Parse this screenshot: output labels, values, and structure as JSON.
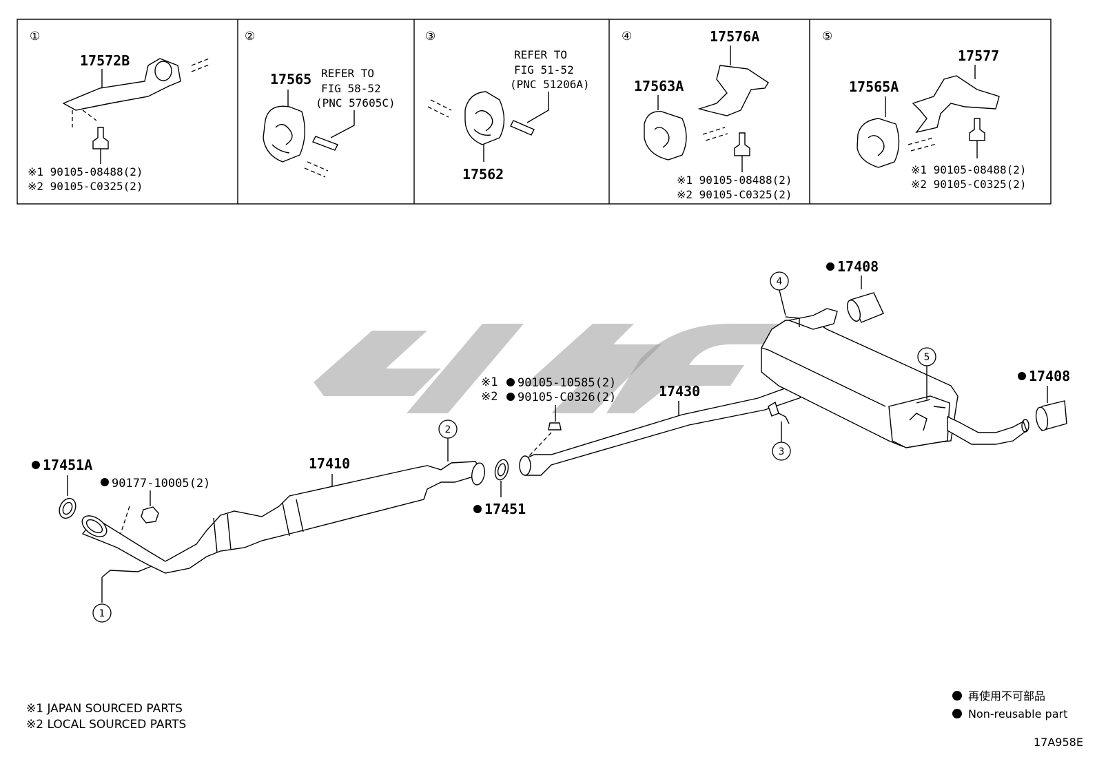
{
  "detail_panels": [
    {
      "number": "①",
      "parts": [
        "17572B"
      ],
      "bolt_lines": [
        "※1 90105-08488(2)",
        "※2 90105-C0325(2)"
      ]
    },
    {
      "number": "②",
      "parts": [
        "17565"
      ],
      "refer_lines": [
        "REFER TO",
        "FIG 58-52",
        "(PNC 57605C)"
      ]
    },
    {
      "number": "③",
      "parts": [
        "17562"
      ],
      "refer_lines": [
        "REFER TO",
        "FIG 51-52",
        "(PNC 51206A)"
      ]
    },
    {
      "number": "④",
      "parts": [
        "17576A",
        "17563A"
      ],
      "bolt_lines": [
        "※1 90105-08488(2)",
        "※2 90105-C0325(2)"
      ]
    },
    {
      "number": "⑤",
      "parts": [
        "17577",
        "17565A"
      ],
      "bolt_lines": [
        "※1 90105-08488(2)",
        "※2 90105-C0325(2)"
      ]
    }
  ],
  "main_labels": {
    "gasket_front": "17451A",
    "nut": "90177-10005(2)",
    "front_pipe": "17410",
    "gasket_mid": "17451",
    "bolt_line1": "※1",
    "bolt_line1_pn": "90105-10585(2)",
    "bolt_line2": "※2",
    "bolt_line2_pn": "90105-C0326(2)",
    "center_pipe": "17430",
    "tail_top": "17408",
    "tail_right": "17408"
  },
  "callouts": [
    "1",
    "2",
    "3",
    "4",
    "5"
  ],
  "footnotes": [
    "※1 JAPAN SOURCED PARTS",
    "※2 LOCAL SOURCED PARTS"
  ],
  "legend": [
    "再使用不可部品",
    "Non-reusable part"
  ],
  "figure_code": "17A958E"
}
